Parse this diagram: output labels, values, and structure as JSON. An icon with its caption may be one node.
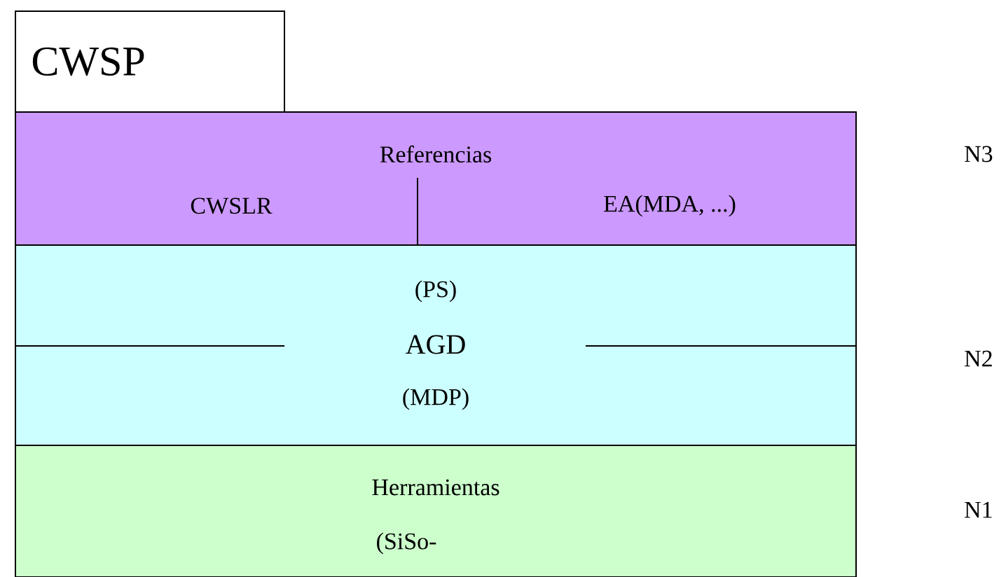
{
  "diagram": {
    "nodes": [
      {
        "text": [
          "CWSP"
        ]
      },
      {
        "text": [
          "Referencias",
          "CWSLR",
          "EA(MDA, ...)"
        ]
      },
      {
        "text": [
          "(PS)",
          "AGD",
          "(MDP)"
        ]
      },
      {
        "text": [
          "Herramientas",
          "(SiSo-"
        ]
      }
    ],
    "labels": [
      "N3",
      "N2",
      "N1"
    ]
  }
}
